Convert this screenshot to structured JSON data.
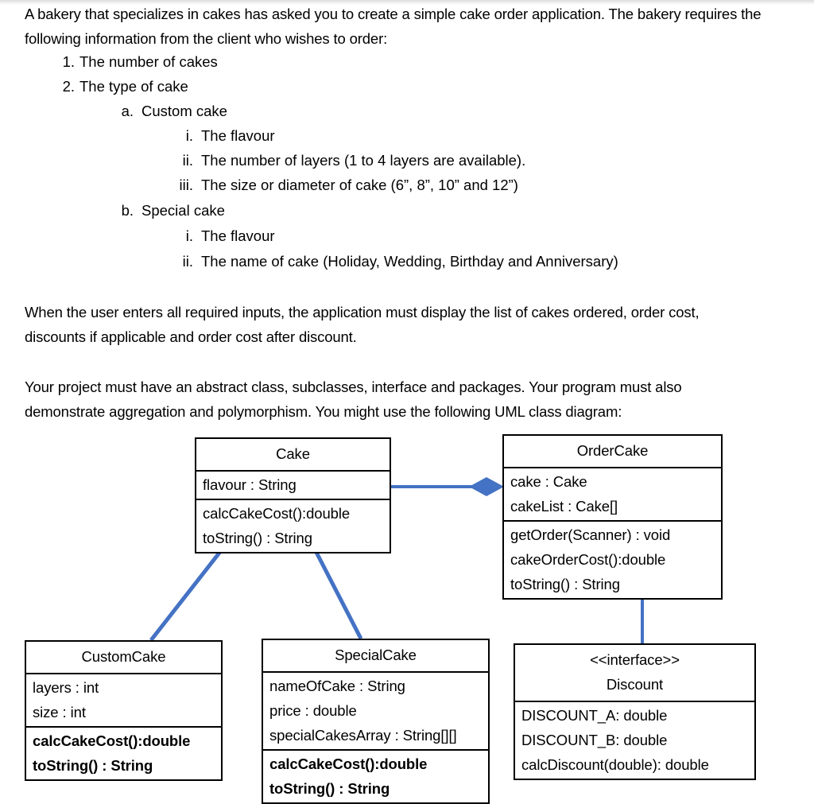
{
  "document": {
    "paragraphs": [
      {
        "id": "intro",
        "text": "A bakery that specializes in cakes has asked you to create a simple cake order application. The bakery requires the following information from the client who wishes to order:"
      },
      {
        "id": "outputs",
        "text": "When the user enters all required inputs, the application must display the list of cakes ordered, order cost, discounts if applicable and order cost after discount."
      },
      {
        "id": "requirements",
        "text": "Your project must have an abstract class, subclasses, interface and packages. Your program must also demonstrate aggregation and polymorphism. You might use the following UML class diagram:"
      }
    ],
    "list": [
      {
        "marker": "1.",
        "text": "The number of cakes"
      },
      {
        "marker": "2.",
        "text": "The type of cake"
      },
      {
        "marker": "a.",
        "text": "Custom cake"
      },
      {
        "marker": "i.",
        "text": "The flavour"
      },
      {
        "marker": "ii.",
        "text": "The number of layers (1 to 4 layers are available)."
      },
      {
        "marker": "iii.",
        "text": "The size or diameter of cake (6”, 8”, 10” and 12”)"
      },
      {
        "marker": "b.",
        "text": "Special cake"
      },
      {
        "marker": "i.",
        "text": "The flavour"
      },
      {
        "marker": "ii.",
        "text": "The name of cake (Holiday, Wedding, Birthday and Anniversary)"
      }
    ]
  },
  "uml": {
    "connector_color": "#4472C4",
    "border_color": "#000000",
    "classes": {
      "cake": {
        "title": "Cake",
        "attributes": [
          "flavour : String"
        ],
        "methods": [
          "calcCakeCost():double",
          "toString() : String"
        ]
      },
      "order_cake": {
        "title": "OrderCake",
        "attributes": [
          "cake : Cake",
          "cakeList : Cake[]"
        ],
        "methods": [
          "getOrder(Scanner) : void",
          "cakeOrderCost():double",
          "toString() : String"
        ]
      },
      "custom_cake": {
        "title": "CustomCake",
        "attributes": [
          "layers : int",
          "size : int"
        ],
        "methods": [
          "calcCakeCost():double",
          "toString() : String"
        ]
      },
      "special_cake": {
        "title": "SpecialCake",
        "attributes": [
          "nameOfCake : String",
          "price : double",
          "specialCakesArray : String[][]"
        ],
        "methods": [
          "calcCakeCost():double",
          "toString() : String"
        ]
      },
      "discount": {
        "stereotype": "<<interface>>",
        "title": "Discount",
        "attributes": [
          "DISCOUNT_A: double",
          "DISCOUNT_B: double",
          "calcDiscount(double): double"
        ]
      }
    },
    "relationships": [
      {
        "name": "aggregation-cake-ordercake",
        "type": "aggregation",
        "from": "Cake",
        "to": "OrderCake"
      },
      {
        "name": "generalization-customcake-cake",
        "type": "generalization",
        "from": "CustomCake",
        "to": "Cake"
      },
      {
        "name": "generalization-specialcake-cake",
        "type": "generalization",
        "from": "SpecialCake",
        "to": "Cake"
      },
      {
        "name": "realization-ordercake-discount",
        "type": "association",
        "from": "OrderCake",
        "to": "Discount"
      }
    ]
  }
}
